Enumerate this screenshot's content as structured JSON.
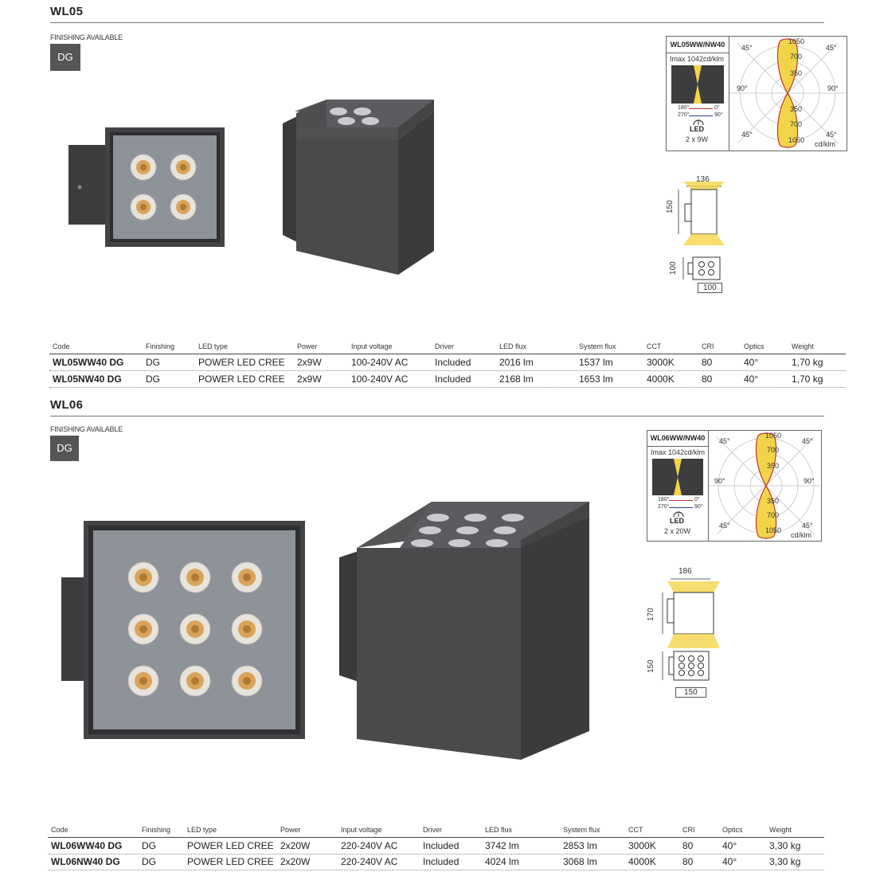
{
  "sections": [
    {
      "title": "WL05",
      "finishing_label": "FINISHING AVAILABLE",
      "finishing_code": "DG",
      "polar": {
        "code": "WL05WW/NW40",
        "imax": "Imax 1042cd/klm",
        "angle_top_left": "45°",
        "angle_top_right": "45°",
        "angle_mid_left": "90°",
        "angle_mid_right": "90°",
        "angle_bot_left": "45°",
        "angle_bot_right": "45°",
        "scale_top": [
          "1050",
          "700",
          "350"
        ],
        "scale_bot": [
          "350",
          "700",
          "1050"
        ],
        "legend_a_left": "180°",
        "legend_a_right": "0°",
        "legend_b_left": "270°",
        "legend_b_right": "90°",
        "led_label": "LED",
        "power": "2 x 9W",
        "unit": "cd/klm"
      },
      "dims": {
        "width_top": "136",
        "height": "150",
        "depth": "100",
        "width_bottom": "100"
      },
      "table": {
        "headers": [
          "Code",
          "Finishing",
          "LED type",
          "Power",
          "Input voltage",
          "Driver",
          "LED flux",
          "System flux",
          "CCT",
          "CRI",
          "Optics",
          "Weight"
        ],
        "rows": [
          [
            "WL05WW40 DG",
            "DG",
            "POWER LED CREE",
            "2x9W",
            "100-240V AC",
            "Included",
            "2016 lm",
            "1537 lm",
            "3000K",
            "80",
            "40°",
            "1,70 kg"
          ],
          [
            "WL05NW40 DG",
            "DG",
            "POWER LED CREE",
            "2x9W",
            "100-240V AC",
            "Included",
            "2168 lm",
            "1653 lm",
            "4000K",
            "80",
            "40°",
            "1,70 kg"
          ]
        ]
      }
    },
    {
      "title": "WL06",
      "finishing_label": "FINISHING AVAILABLE",
      "finishing_code": "DG",
      "polar": {
        "code": "WL06WW/NW40",
        "imax": "Imax 1042cd/klm",
        "angle_top_left": "45°",
        "angle_top_right": "45°",
        "angle_mid_left": "90°",
        "angle_mid_right": "90°",
        "angle_bot_left": "45°",
        "angle_bot_right": "45°",
        "scale_top": [
          "1050",
          "700",
          "350"
        ],
        "scale_bot": [
          "350",
          "700",
          "1050"
        ],
        "legend_a_left": "180°",
        "legend_a_right": "0°",
        "legend_b_left": "270°",
        "legend_b_right": "90°",
        "led_label": "LED",
        "power": "2 x 20W",
        "unit": "cd/klm"
      },
      "dims": {
        "width_top": "186",
        "height": "170",
        "depth": "150",
        "width_bottom": "150"
      },
      "table": {
        "headers": [
          "Code",
          "Finishing",
          "LED type",
          "Power",
          "Input voltage",
          "Driver",
          "LED flux",
          "System flux",
          "CCT",
          "CRI",
          "Optics",
          "Weight"
        ],
        "rows": [
          [
            "WL06WW40 DG",
            "DG",
            "POWER LED CREE",
            "2x20W",
            "220-240V AC",
            "Included",
            "3742 lm",
            "2853 lm",
            "3000K",
            "80",
            "40°",
            "3,30 kg"
          ],
          [
            "WL06NW40 DG",
            "DG",
            "POWER LED CREE",
            "2x20W",
            "220-240V AC",
            "Included",
            "4024 lm",
            "3068 lm",
            "4000K",
            "80",
            "40°",
            "3,30 kg"
          ]
        ]
      }
    }
  ],
  "colors": {
    "housing": "#4a4a4c",
    "housing_dark": "#3a3a3c",
    "lens_panel": "#8e9299",
    "led_warm": "#d9a45a",
    "beam": "#f2d44a",
    "polar_curve": "#c0392b",
    "rule": "#777777"
  }
}
